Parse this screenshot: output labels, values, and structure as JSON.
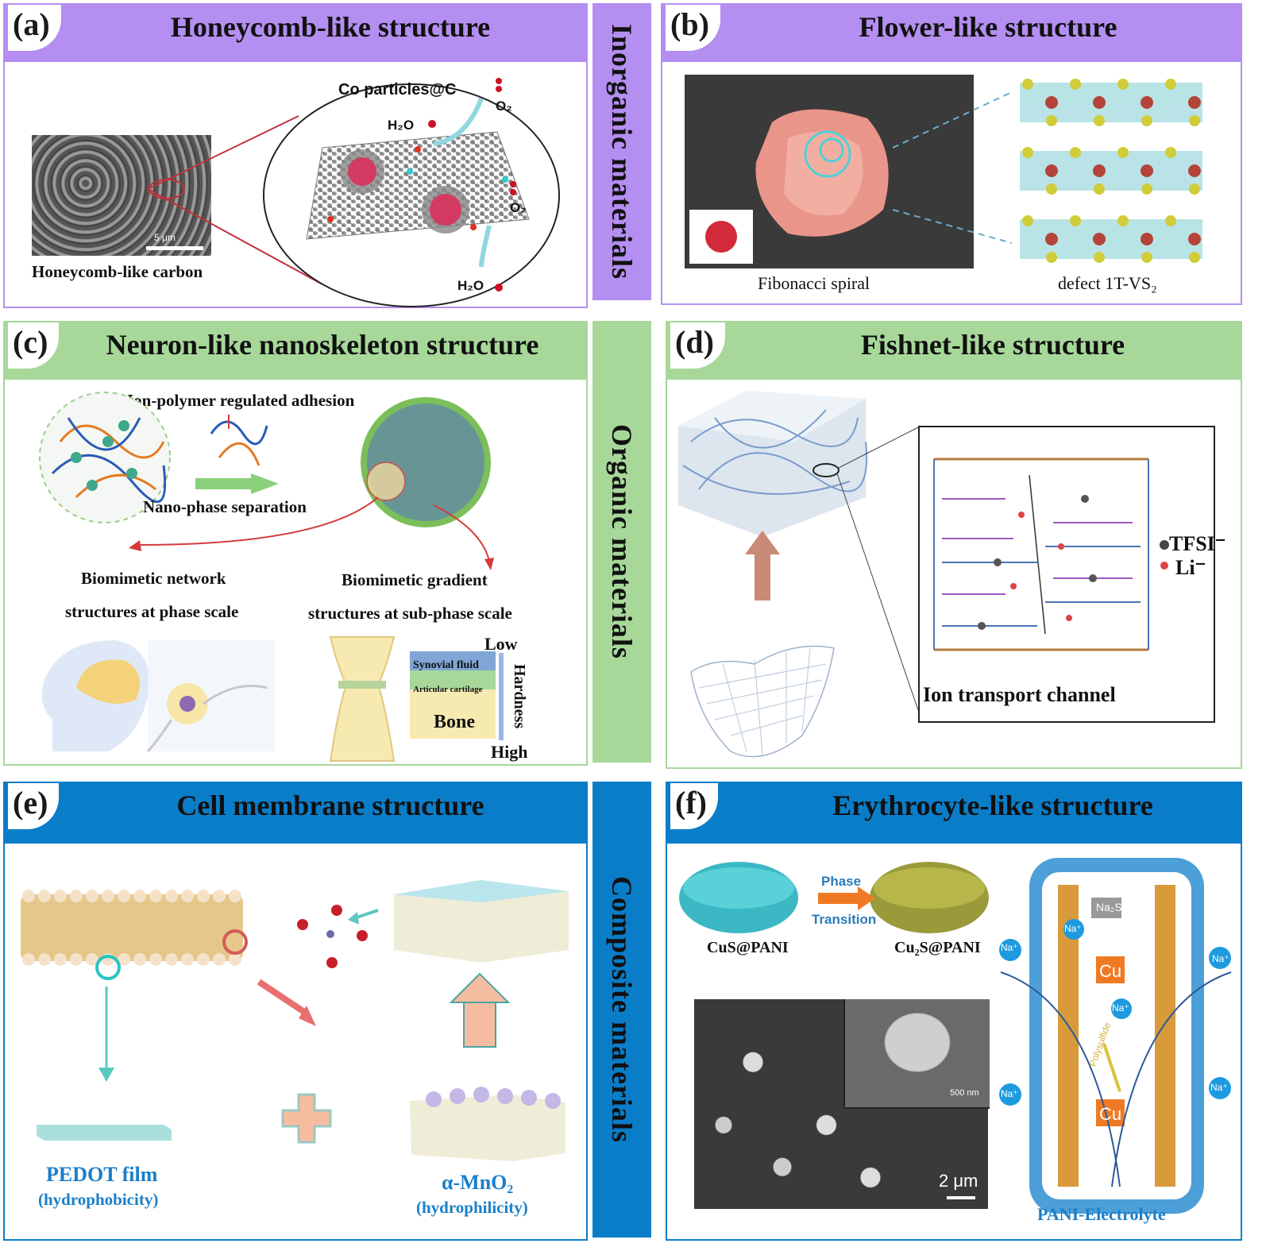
{
  "colors": {
    "inorganic": "#b48ef0",
    "organic": "#a7d89a",
    "composite": "#0a7dc9",
    "arrow_red": "#d43a3a",
    "teal": "#49c8c8"
  },
  "side_labels": {
    "inorganic": "Inorganic materials",
    "organic": "Organic materials",
    "composite": "Composite materials"
  },
  "panel_a": {
    "letter": "(a)",
    "title": "Honeycomb-like structure",
    "sem_label": "Honeycomb-like carbon",
    "scale": "5 μm",
    "co_label": "Co particles@C",
    "h2o_top": "H₂O",
    "o2_top": "O₂",
    "o2_mid": "O₂",
    "h2o_bottom": "H₂O"
  },
  "panel_b": {
    "letter": "(b)",
    "title": "Flower-like structure",
    "left_caption": "Fibonacci spiral",
    "right_caption": "defect 1T-VS₂"
  },
  "panel_c": {
    "letter": "(c)",
    "title": "Neuron-like nanoskeleton structure",
    "adhesion": "Ion-polymer regulated adhesion",
    "separation": "Nano-phase separation",
    "network_1": "Biomimetic network",
    "network_2": "structures at phase scale",
    "gradient_1": "Biomimetic gradient",
    "gradient_2": "structures at sub-phase scale",
    "low": "Low",
    "high": "High",
    "hardness": "Hardness",
    "synovial": "Synovial fluid",
    "cartilage": "Articular cartilage",
    "bone": "Bone"
  },
  "panel_d": {
    "letter": "(d)",
    "title": "Fishnet-like structure",
    "channel": "Ion transport channel",
    "tfsi": "TFSI⁻",
    "li": "Li⁻"
  },
  "panel_e": {
    "letter": "(e)",
    "title": "Cell membrane structure",
    "pedot": "PEDOT film",
    "pedot_sub": "(hydrophobicity)",
    "mno2": "α-MnO₂",
    "mno2_sub": "(hydrophilicity)"
  },
  "panel_f": {
    "letter": "(f)",
    "title": "Erythrocyte-like structure",
    "phase": "Phase",
    "transition": "Transition",
    "cus": "CuS@PANI",
    "cu2s": "Cu₂S@PANI",
    "scale_inset": "500 nm",
    "scale_main": "2 μm",
    "na2s": "Na₂S",
    "cu_top": "Cu",
    "cu_bottom": "Cu",
    "polysulfide": "Polysulfide",
    "na": "Na⁺",
    "electrolyte": "PANI-Electrolyte"
  }
}
